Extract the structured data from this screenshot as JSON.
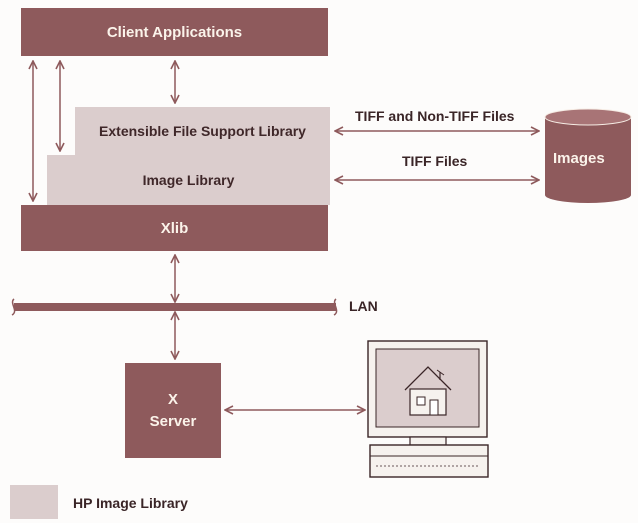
{
  "diagram": {
    "client_applications": "Client Applications",
    "extensible_file_support_library": "Extensible File Support Library",
    "image_library": "Image Library",
    "xlib": "Xlib",
    "x_server_line1": "X",
    "x_server_line2": "Server",
    "images_store": "Images",
    "tiff_and_non_tiff_label": "TIFF and Non-TIFF Files",
    "tiff_label": "TIFF Files",
    "lan_label": "LAN"
  },
  "legend": {
    "label": "HP Image Library"
  },
  "colors": {
    "dark_box": "#8e5a5c",
    "light_box": "#dbcdcd",
    "arrow": "#8e5a5c",
    "monitor_screen": "#dbcdcd"
  },
  "icons": [
    "workstation-icon",
    "house-icon"
  ]
}
